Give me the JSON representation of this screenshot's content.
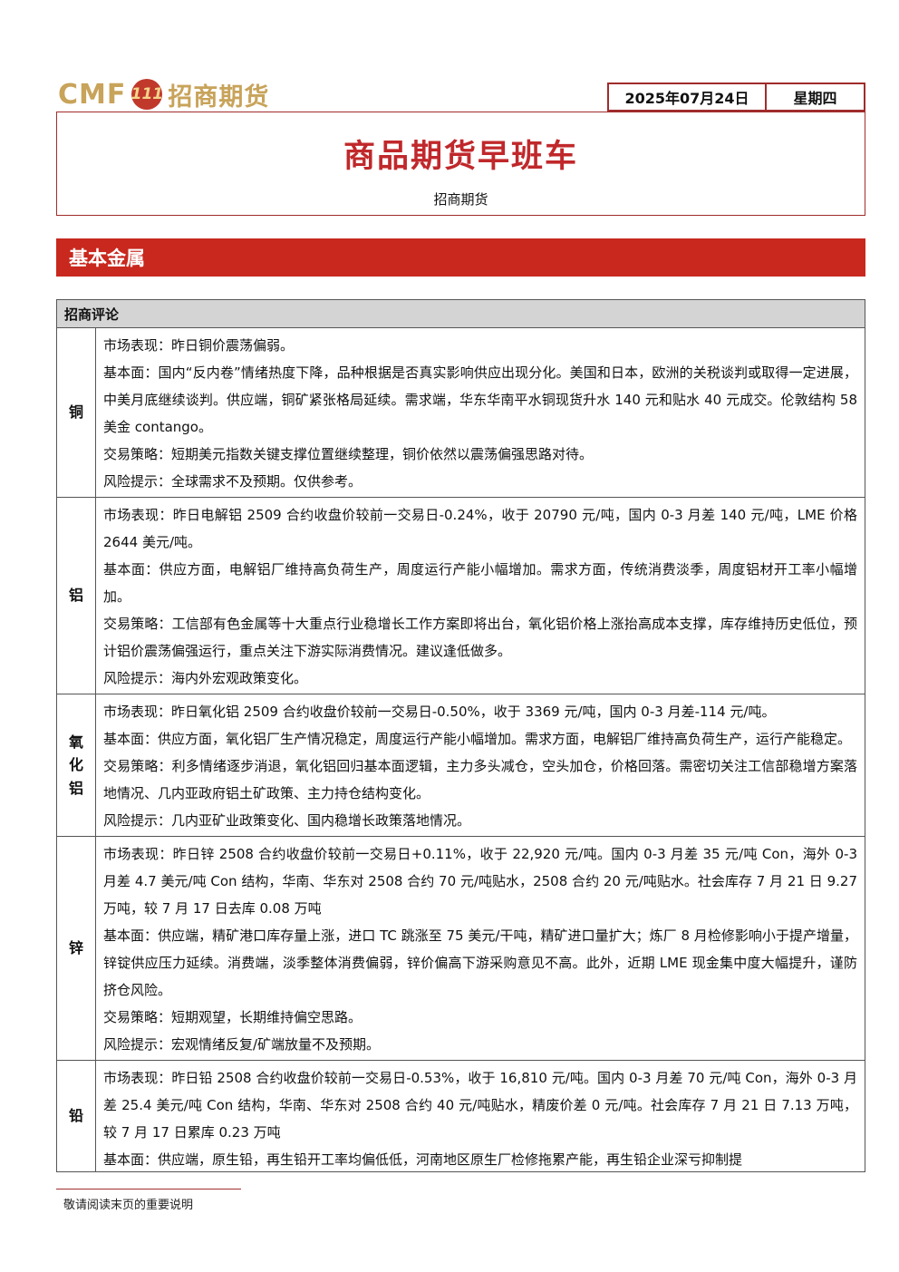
{
  "header": {
    "logo_latin": "CMF",
    "logo_mark": "111",
    "logo_cn": "招商期货",
    "date": "2025年07月24日",
    "weekday": "星期四"
  },
  "title": {
    "main": "商品期货早班车",
    "sub": "招商期货"
  },
  "section": {
    "title": "基本金属"
  },
  "table": {
    "header": "招商评论",
    "rows": [
      {
        "label": "铜",
        "paragraphs": [
          "市场表现：昨日铜价震荡偏弱。",
          "基本面：国内“反内卷”情绪热度下降，品种根据是否真实影响供应出现分化。美国和日本，欧洲的关税谈判或取得一定进展，中美月底继续谈判。供应端，铜矿紧张格局延续。需求端，华东华南平水铜现货升水 140 元和贴水 40 元成交。伦敦结构 58 美金 contango。",
          "交易策略：短期美元指数关键支撑位置继续整理，铜价依然以震荡偏强思路对待。",
          "风险提示：全球需求不及预期。仅供参考。"
        ]
      },
      {
        "label": "铝",
        "paragraphs": [
          "市场表现：昨日电解铝 2509 合约收盘价较前一交易日-0.24%，收于 20790 元/吨，国内 0-3 月差 140 元/吨，LME 价格 2644 美元/吨。",
          "基本面：供应方面，电解铝厂维持高负荷生产，周度运行产能小幅增加。需求方面，传统消费淡季，周度铝材开工率小幅增加。",
          "交易策略：工信部有色金属等十大重点行业稳增长工作方案即将出台，氧化铝价格上涨抬高成本支撑，库存维持历史低位，预计铝价震荡偏强运行，重点关注下游实际消费情况。建议逢低做多。",
          "风险提示：海内外宏观政策变化。"
        ]
      },
      {
        "label": "氧化铝",
        "paragraphs": [
          "市场表现：昨日氧化铝 2509 合约收盘价较前一交易日-0.50%，收于 3369 元/吨，国内 0-3 月差-114 元/吨。",
          "基本面：供应方面，氧化铝厂生产情况稳定，周度运行产能小幅增加。需求方面，电解铝厂维持高负荷生产，运行产能稳定。",
          "交易策略：利多情绪逐步消退，氧化铝回归基本面逻辑，主力多头减仓，空头加仓，价格回落。需密切关注工信部稳增方案落地情况、几内亚政府铝土矿政策、主力持仓结构变化。",
          "风险提示：几内亚矿业政策变化、国内稳增长政策落地情况。"
        ]
      },
      {
        "label": "锌",
        "paragraphs": [
          "市场表现：昨日锌 2508 合约收盘价较前一交易日+0.11%，收于 22,920 元/吨。国内 0-3 月差 35 元/吨 Con，海外 0-3 月差 4.7 美元/吨 Con 结构，华南、华东对 2508 合约 70 元/吨贴水，2508 合约 20 元/吨贴水。社会库存 7 月 21 日 9.27 万吨，较 7 月 17 日去库 0.08 万吨",
          "基本面：供应端，精矿港口库存量上涨，进口 TC 跳涨至 75 美元/干吨，精矿进口量扩大；炼厂 8 月检修影响小于提产增量，锌锭供应压力延续。消费端，淡季整体消费偏弱，锌价偏高下游采购意见不高。此外，近期 LME 现金集中度大幅提升，谨防挤仓风险。",
          "交易策略：短期观望，长期维持偏空思路。",
          "风险提示：宏观情绪反复/矿端放量不及预期。"
        ]
      },
      {
        "label": "铅",
        "paragraphs": [
          "市场表现：昨日铅 2508 合约收盘价较前一交易日-0.53%，收于 16,810 元/吨。国内 0-3 月差 70 元/吨 Con，海外 0-3 月差 25.4 美元/吨 Con 结构，华南、华东对 2508 合约 40 元/吨贴水，精废价差 0 元/吨。社会库存 7 月 21 日 7.13 万吨，较 7 月 17 日累库 0.23 万吨",
          "基本面：供应端，原生铅，再生铅开工率均偏低低，河南地区原生厂检修拖累产能，再生铅企业深亏抑制提"
        ]
      }
    ]
  },
  "footer": {
    "note": "敬请阅读末页的重要说明"
  }
}
